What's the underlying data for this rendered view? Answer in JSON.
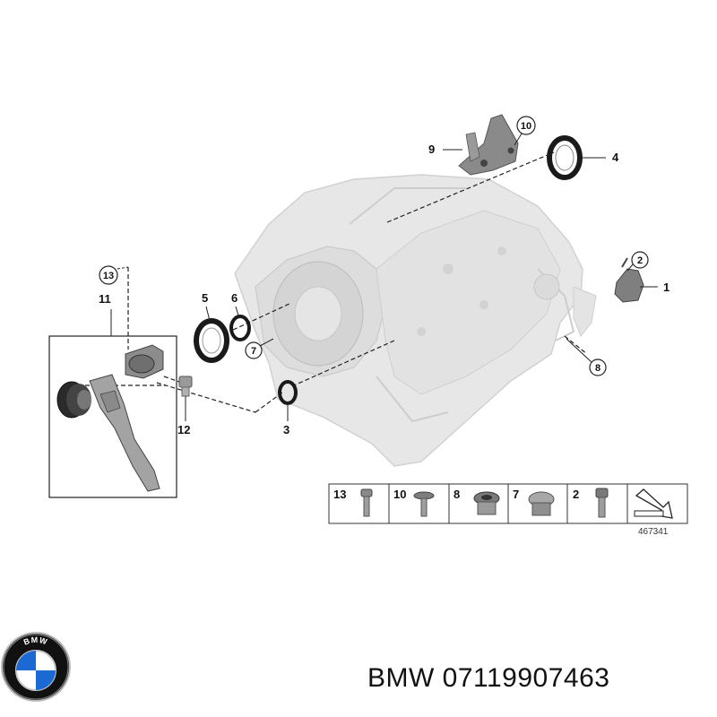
{
  "diagram": {
    "reference_number": "467341",
    "callouts": {
      "c1": "1",
      "c2": "2",
      "c3": "3",
      "c4": "4",
      "c5": "5",
      "c6": "6",
      "c7": "7",
      "c8": "8",
      "c9": "9",
      "c10": "10",
      "c11": "11",
      "c12": "12",
      "c13": "13"
    },
    "legend": [
      {
        "number": "13",
        "icon": "bolt-icon"
      },
      {
        "number": "10",
        "icon": "flange-bolt-icon"
      },
      {
        "number": "8",
        "icon": "hex-plug-icon"
      },
      {
        "number": "7",
        "icon": "screw-plug-icon"
      },
      {
        "number": "2",
        "icon": "hex-socket-bolt-icon"
      },
      {
        "number": "",
        "icon": "direction-arrow-icon"
      }
    ]
  },
  "logo": {
    "ring_text": "BMW",
    "colors": {
      "blue": "#1c69d4",
      "ring": "#111111",
      "silver": "#c9c9c9"
    }
  },
  "caption": {
    "brand": "BMW",
    "part_number": "07119907463"
  }
}
